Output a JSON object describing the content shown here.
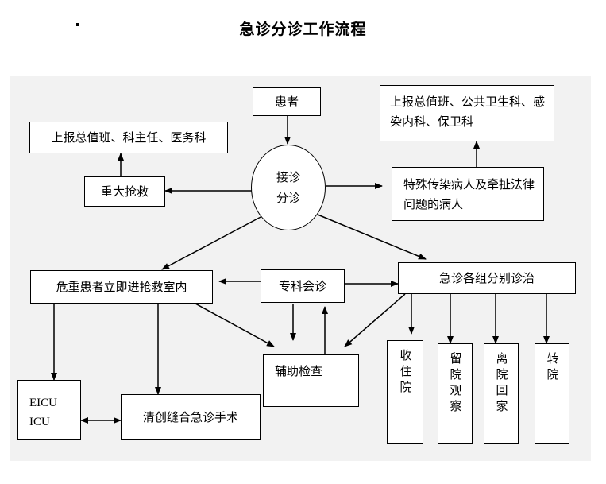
{
  "title": "急诊分诊工作流程",
  "nodes": {
    "patient": "患者",
    "triage_line1": "接诊",
    "triage_line2": "分诊",
    "report_admin": "上报总值班、科主任、医务科",
    "major_rescue": "重大抢救",
    "report_public_health": "上报总值班、公共卫生科、感染内科、保卫科",
    "special_cases": "特殊传染病人及牵扯法律问题的病人",
    "critical_patient": "危重患者立即进抢救室内",
    "specialist_consult": "专科会诊",
    "group_treatment": "急诊各组分别诊治",
    "aux_exam": "辅助检查",
    "eicu_line1": "EICU",
    "eicu_line2": "ICU",
    "debridement": "清创缝合急诊手术",
    "admission": "收住院",
    "observation": "留院观察",
    "discharge": "离院回家",
    "transfer": "转院"
  }
}
